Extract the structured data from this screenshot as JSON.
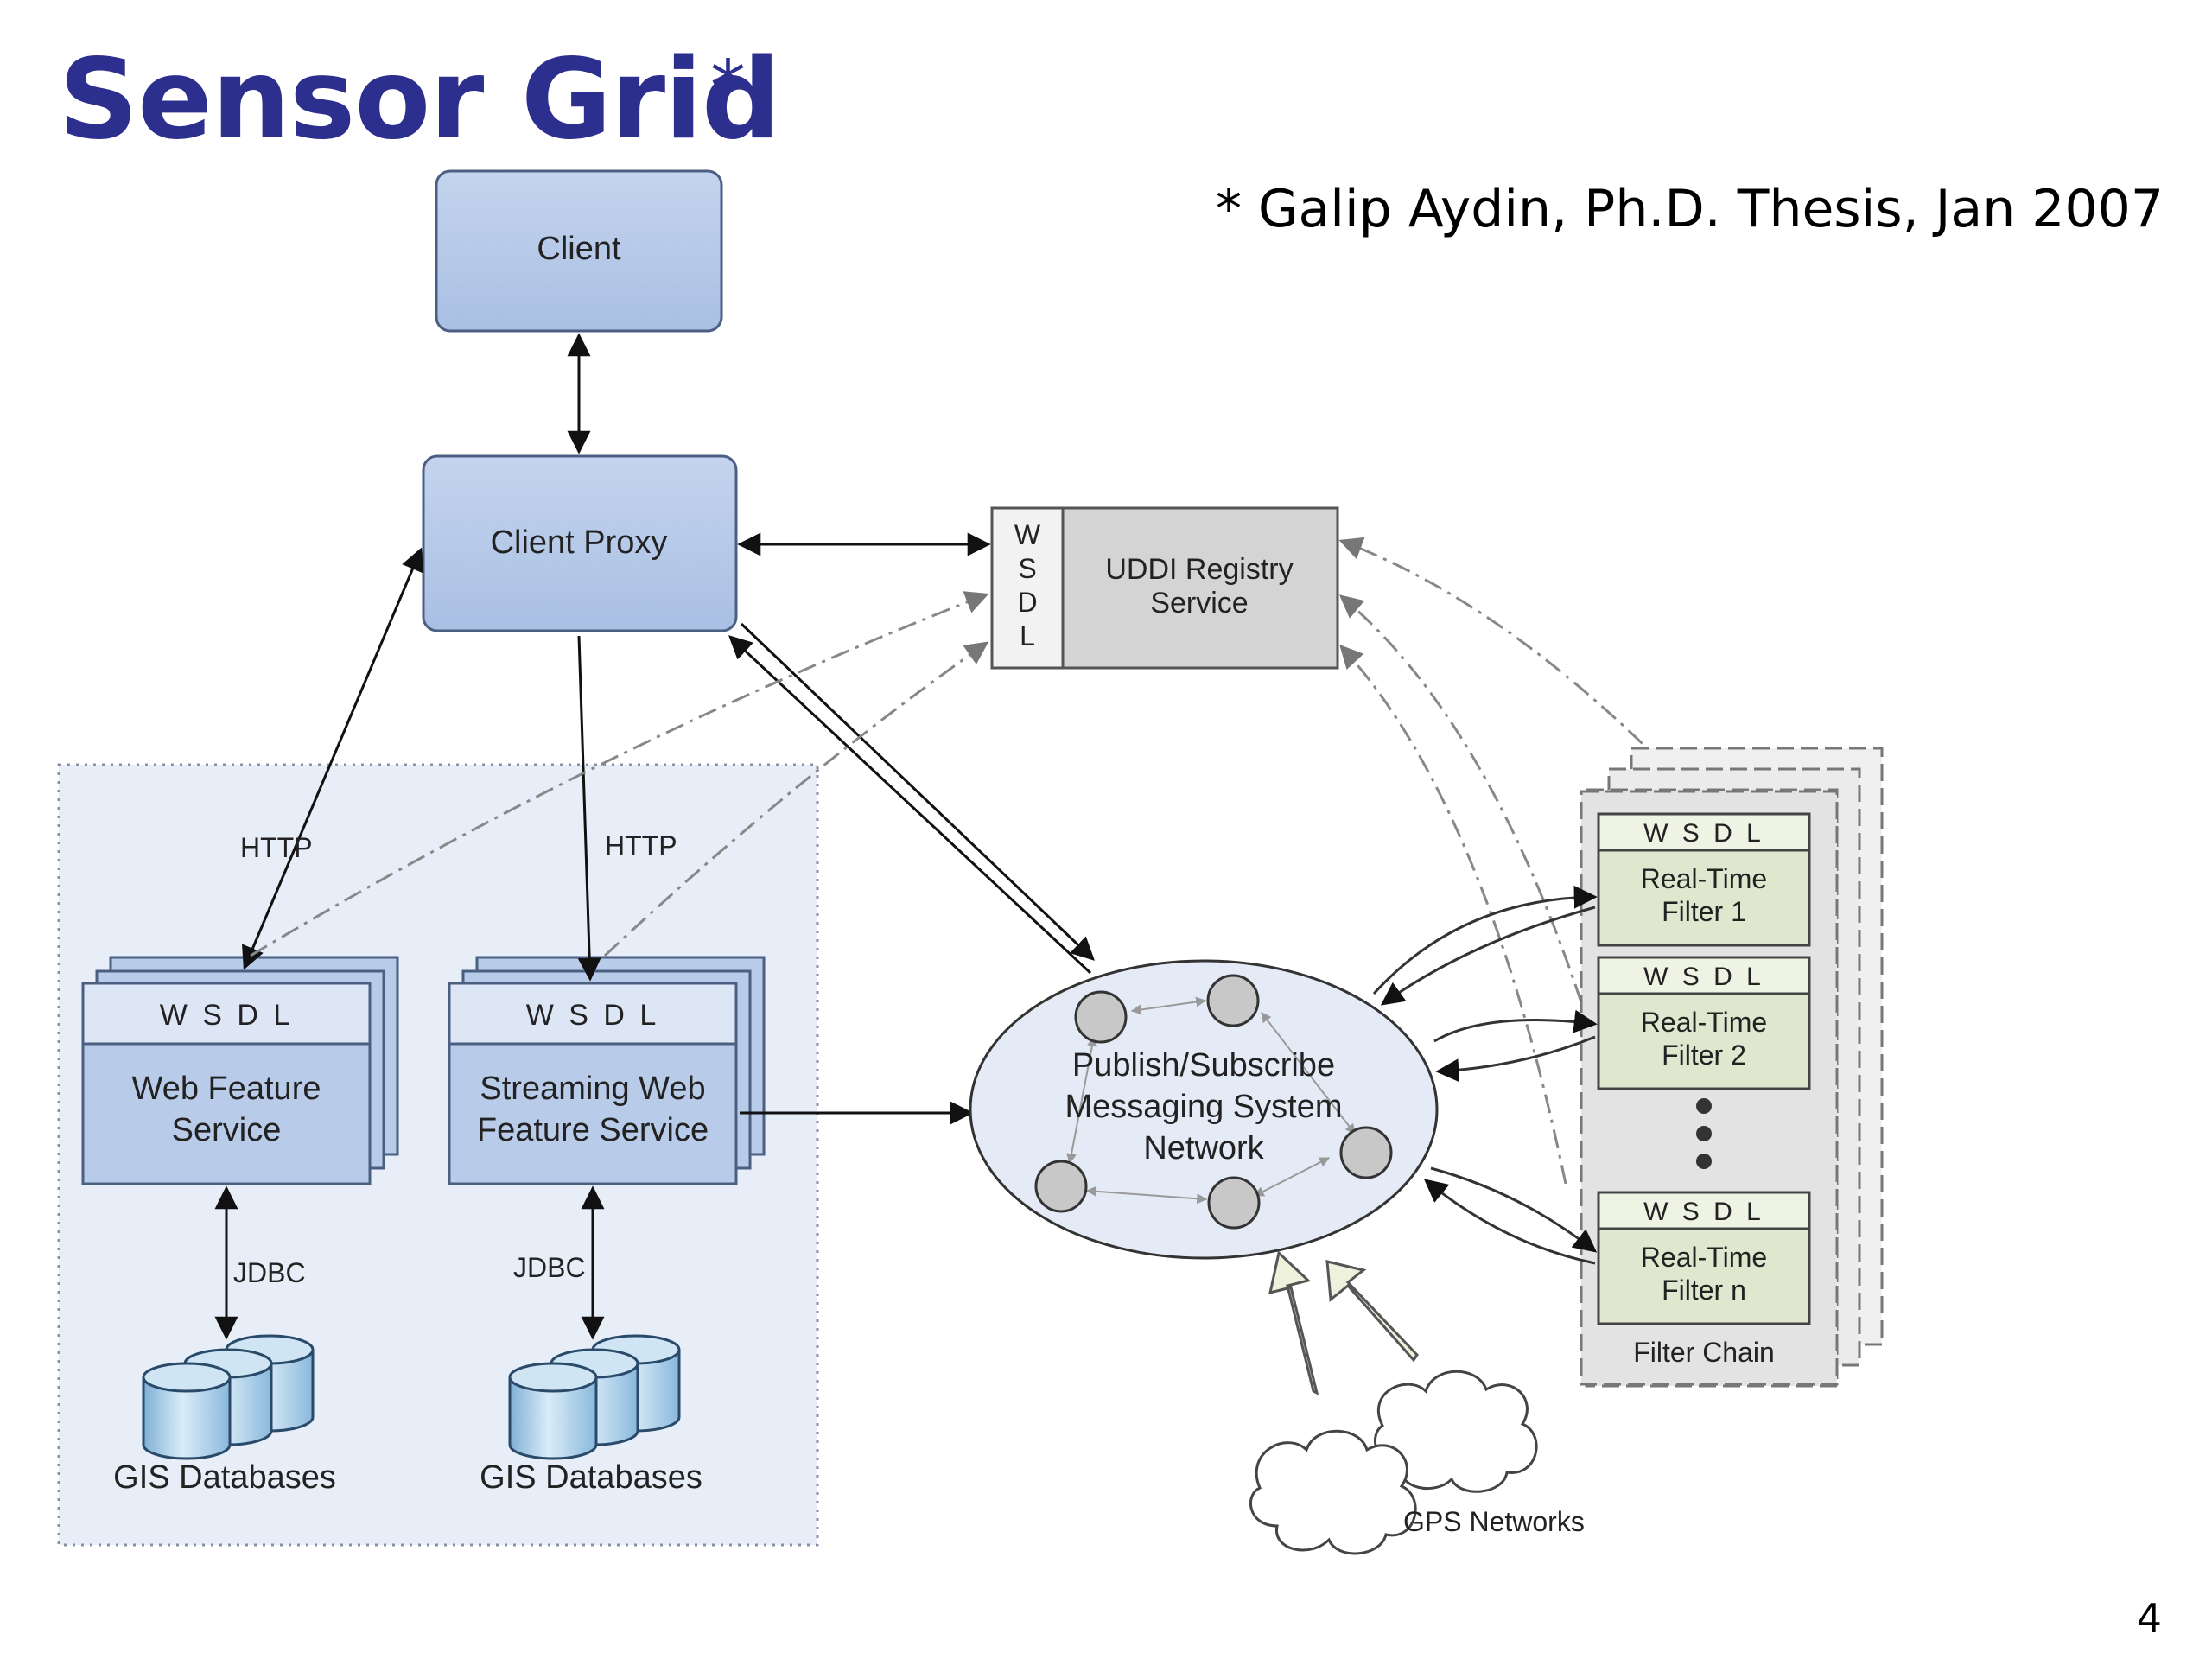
{
  "slide": {
    "title": "Sensor Grid",
    "title_mark": "*",
    "citation": "* Galip Aydin, Ph.D. Thesis, Jan 2007",
    "page_number": "4"
  },
  "diagram": {
    "client": "Client",
    "client_proxy": "Client Proxy",
    "udd_registry": {
      "wsdl_letters": [
        "W",
        "S",
        "D",
        "L"
      ],
      "line1": "UDDI Registry",
      "line2": "Service"
    },
    "wsdl": "W S D L",
    "wfs": {
      "line1": "Web Feature",
      "line2": "Service"
    },
    "swfs": {
      "line1": "Streaming Web",
      "line2": "Feature Service"
    },
    "http": "HTTP",
    "jdbc": "JDBC",
    "gis_databases": "GIS Databases",
    "pubsub": {
      "line1": "Publish/Subscribe",
      "line2": "Messaging System",
      "line3": "Network"
    },
    "filters": [
      {
        "line1": "Real-Time",
        "line2": "Filter 1"
      },
      {
        "line1": "Real-Time",
        "line2": "Filter 2"
      },
      {
        "line1": "Real-Time",
        "line2": "Filter n"
      }
    ],
    "filter_chain": "Filter Chain",
    "gps_networks": "GPS Networks"
  },
  "colors": {
    "title": "#2d2f8f",
    "service_box_fill": "#b8cbe8",
    "service_box_stroke": "#4a5f82",
    "registry_fill": "#d4d4d4",
    "filter_fill": "#dfe8cf",
    "region_fill": "#e7eef8",
    "pubsub_fill": "#e4ebf6",
    "node_fill": "#c8c8c8",
    "db_fill": "#a8cbe6"
  }
}
